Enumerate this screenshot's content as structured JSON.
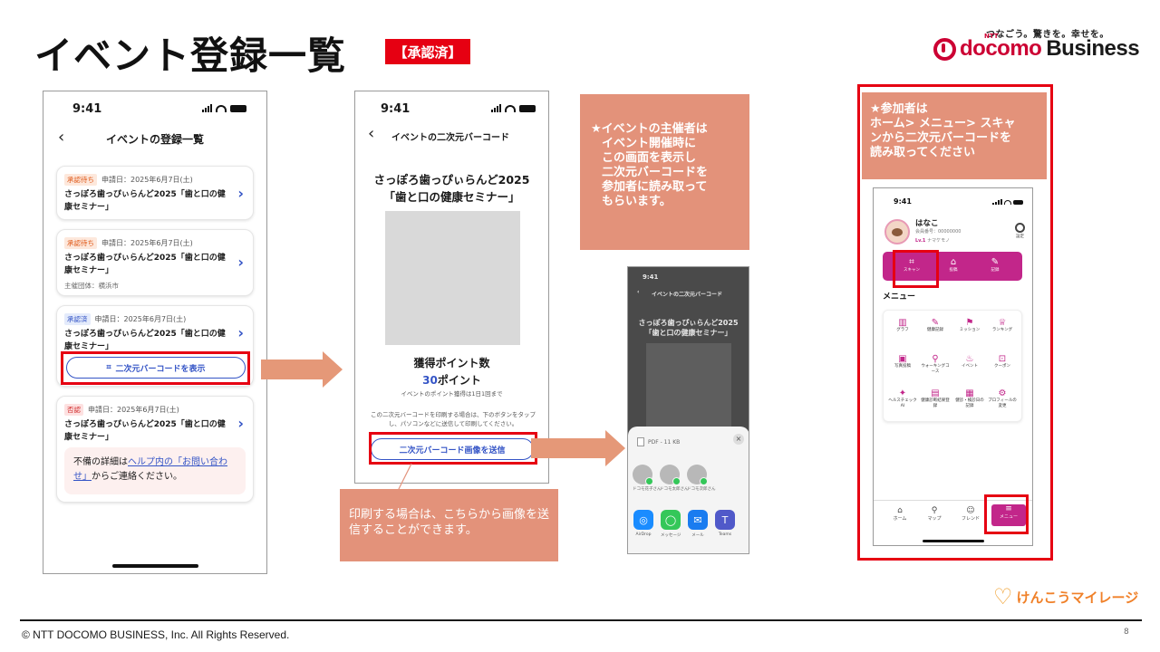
{
  "slide": {
    "title": "イベント登録一覧",
    "badge": "【承認済】",
    "page_number": "8",
    "copyright": "© NTT DOCOMO BUSINESS, Inc. All Rights Reserved."
  },
  "brand": {
    "tagline": "つなごう。驚きを。幸せを。",
    "ntt": "NTT",
    "name_docomo": "docomo",
    "name_business": "Business",
    "color": "#cc0033"
  },
  "footer_logo": {
    "text": "けんこうマイレージ",
    "icon": "heart-icon"
  },
  "phone1": {
    "time": "9:41",
    "header_title": "イベントの登録一覧",
    "back_symbol": "‹",
    "cards": [
      {
        "status": "承認待ち",
        "date": "申請日：2025年6月7日(土)",
        "title": "さっぽろ歯っぴぃらんど2025「歯と口の健康セミナー」"
      },
      {
        "status": "承認待ち",
        "date": "申請日：2025年6月7日(土)",
        "title": "さっぽろ歯っぴぃらんど2025「歯と口の健康セミナー」",
        "org": "主催団体：横浜市"
      },
      {
        "status": "承認済",
        "date": "申請日：2025年6月7日(土)",
        "title": "さっぽろ歯っぴぃらんど2025「歯と口の健康セミナー」",
        "button": "二次元バーコードを表示"
      },
      {
        "status": "否認",
        "date": "申請日：2025年6月7日(土)",
        "title": "さっぽろ歯っぴぃらんど2025「歯と口の健康セミナー」"
      }
    ],
    "help": {
      "prefix": "不備の詳細は",
      "link": "ヘルプ内の「お問い合わせ」",
      "suffix": "からご連絡ください。"
    }
  },
  "phone2": {
    "time": "9:41",
    "header_title": "イベントの二次元バーコード",
    "event_line1": "さっぽろ歯っぴぃらんど2025",
    "event_line2": "「歯と口の健康セミナー」",
    "points_label": "獲得ポイント数",
    "points_value": "30",
    "points_unit": "ポイント",
    "points_note": "イベントのポイント獲得は1日1回まで",
    "desc": "この二次元バーコードを印刷する場合は、下のボタンをタップし、パソコンなどに送信して印刷してください。",
    "send_button": "二次元バーコード画像を送信"
  },
  "callout_print": "印刷する場合は、こちらから画像を送信することができます。",
  "callout_organizer": {
    "line1": "★イベントの主催者は",
    "line2": "イベント開催時に",
    "line3": "この画面を表示し",
    "line4": "二次元バーコードを",
    "line5": "参加者に読み取って",
    "line6": "もらいます。"
  },
  "callout_participant": {
    "line1": "★参加者は",
    "line2": "ホーム> メニュー> スキャ",
    "line3": "ンから二次元バーコードを",
    "line4": "読み取ってください"
  },
  "phone3": {
    "time": "9:41",
    "header_title": "イベントの二次元バーコード",
    "event_line1": "さっぽろ歯っぴぃらんど2025",
    "event_line2": "「歯と口の健康セミナー」",
    "pdf_label": "PDF - 11 KB",
    "close_symbol": "×",
    "contacts": [
      "ドコモ花子さん",
      "ドコモ太郎さん",
      "ドコモ次郎さん"
    ],
    "apps": [
      {
        "name": "AirDrop",
        "color": "#1a8cff",
        "glyph": "◎"
      },
      {
        "name": "メッセージ",
        "color": "#34c759",
        "glyph": "◯"
      },
      {
        "name": "メール",
        "color": "#1a7cf0",
        "glyph": "✉"
      },
      {
        "name": "Teams",
        "color": "#5059c9",
        "glyph": "T"
      }
    ]
  },
  "phone4": {
    "time": "9:41",
    "user_name": "はなこ",
    "member_no": "会員番号：00000000",
    "level": "Lv.1",
    "level_name": "ナマケモノ",
    "settings": "設定",
    "quick": [
      {
        "label": "スキャン",
        "glyph": "⌗"
      },
      {
        "label": "投稿",
        "glyph": "⌂"
      },
      {
        "label": "記録",
        "glyph": "✎"
      }
    ],
    "menu_title": "メニュー",
    "menu_items": [
      {
        "label": "グラフ",
        "glyph": "▥"
      },
      {
        "label": "健康記録",
        "glyph": "✎"
      },
      {
        "label": "ミッション",
        "glyph": "⚑"
      },
      {
        "label": "ランキング",
        "glyph": "♕"
      },
      {
        "label": "写真投稿",
        "glyph": "▣"
      },
      {
        "label": "ウォーキングコース",
        "glyph": "⚲"
      },
      {
        "label": "イベント",
        "glyph": "♨"
      },
      {
        "label": "クーポン",
        "glyph": "⊡"
      },
      {
        "label": "ヘルスチェックAI",
        "glyph": "✦"
      },
      {
        "label": "健康診断結果登録",
        "glyph": "▤"
      },
      {
        "label": "健診・検診日の記録",
        "glyph": "▦"
      },
      {
        "label": "プロフィールの変更",
        "glyph": "⚙"
      }
    ],
    "tabs": [
      {
        "label": "ホーム",
        "glyph": "⌂"
      },
      {
        "label": "マップ",
        "glyph": "⚲"
      },
      {
        "label": "フレンド",
        "glyph": "☺"
      },
      {
        "label": "メニュー",
        "glyph": "≡"
      }
    ]
  }
}
